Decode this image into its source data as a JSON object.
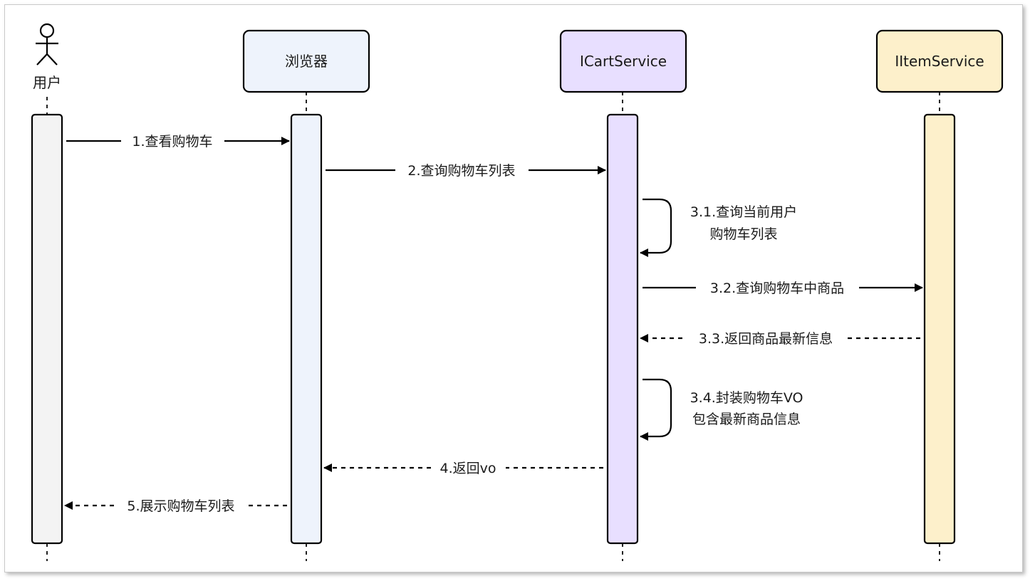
{
  "actor": {
    "label": "用户"
  },
  "participants": [
    {
      "id": "browser",
      "label": "浏览器",
      "color": "#eef3fc"
    },
    {
      "id": "cart",
      "label": "ICartService",
      "color": "#e8dfff"
    },
    {
      "id": "item",
      "label": "IItemService",
      "color": "#fdf0cb"
    }
  ],
  "user_bar_color": "#f3f3f3",
  "messages": [
    {
      "id": "m1",
      "text": "1.查看购物车",
      "style": "solid"
    },
    {
      "id": "m2",
      "text": "2.查询购物车列表",
      "style": "solid"
    },
    {
      "id": "m31",
      "lines": [
        "3.1.查询当前用户",
        "购物车列表"
      ],
      "style": "self"
    },
    {
      "id": "m32",
      "text": "3.2.查询购物车中商品",
      "style": "solid"
    },
    {
      "id": "m33",
      "text": "3.3.返回商品最新信息",
      "style": "dashed"
    },
    {
      "id": "m34",
      "lines": [
        "3.4.封装购物车VO",
        "包含最新商品信息"
      ],
      "style": "self"
    },
    {
      "id": "m4",
      "text": "4.返回vo",
      "style": "dashed"
    },
    {
      "id": "m5",
      "text": "5.展示购物车列表",
      "style": "dashed"
    }
  ]
}
